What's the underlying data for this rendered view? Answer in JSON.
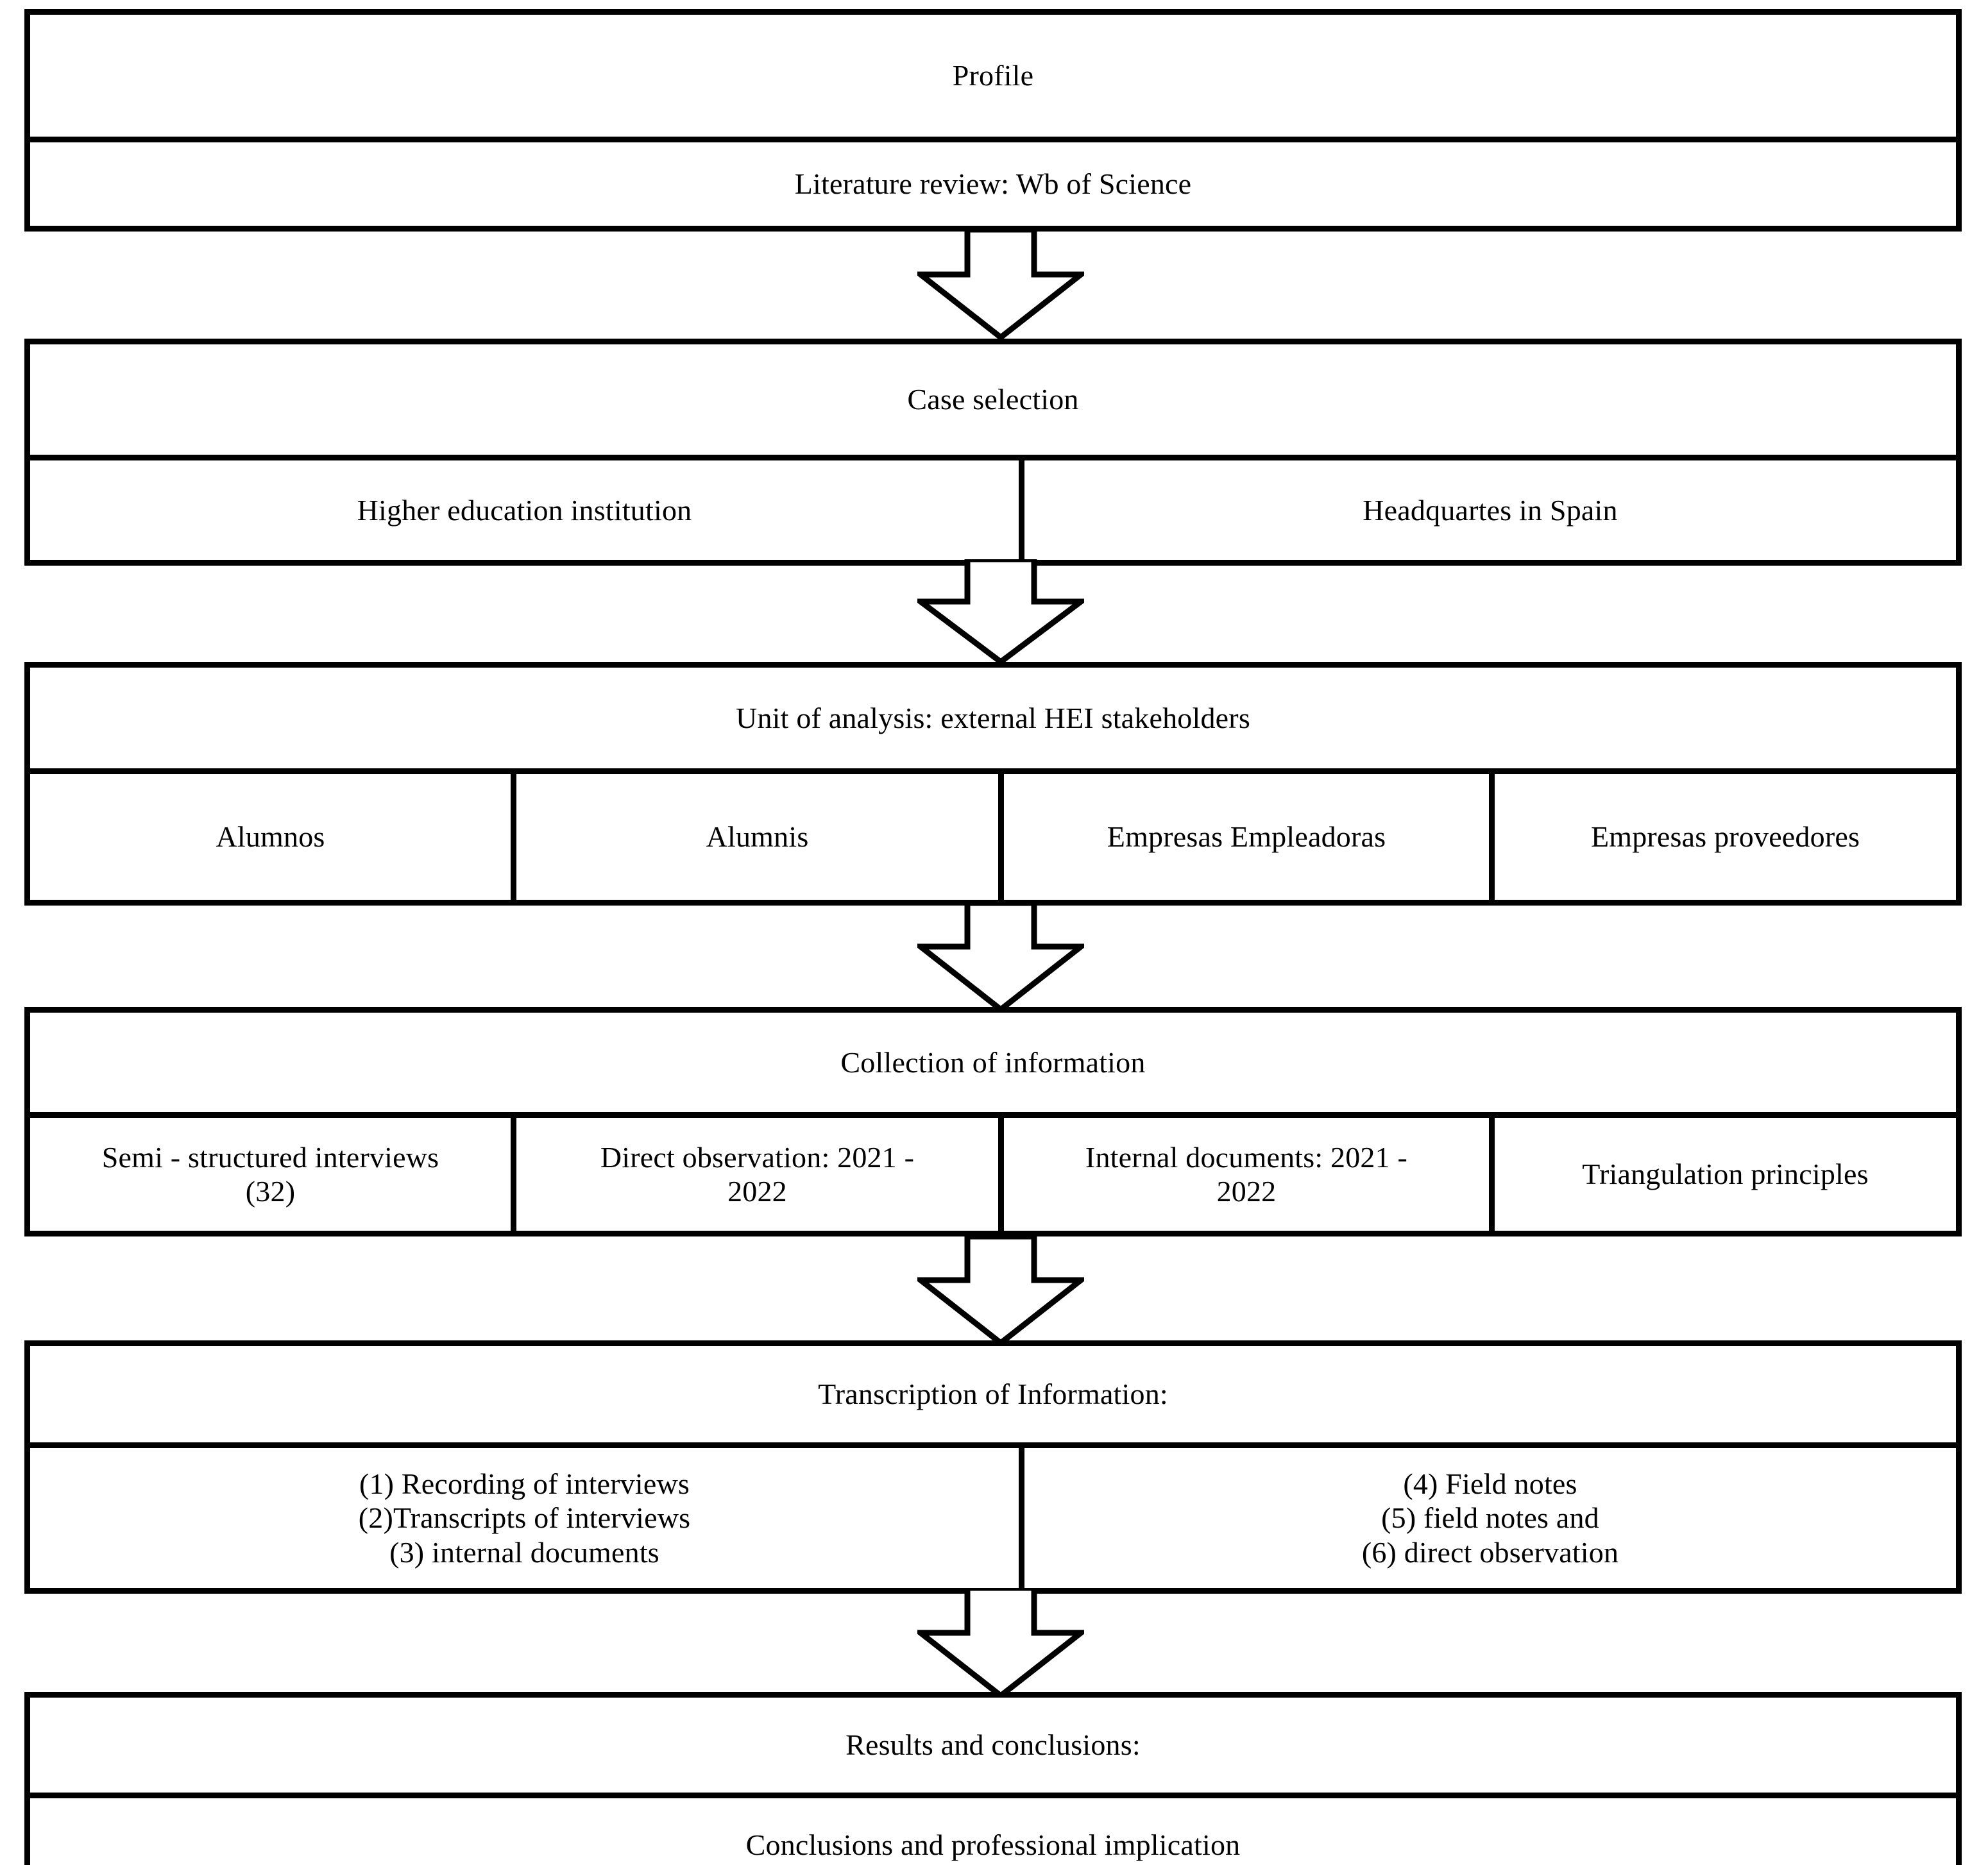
{
  "diagram": {
    "title": "Research methodology flowchart",
    "stroke_color": "#000000",
    "background_color": "#ffffff",
    "text_color": "#000000"
  },
  "stages": [
    {
      "id": "profile",
      "header": "Profile",
      "sub": [
        "Literature review: Wb of Science"
      ]
    },
    {
      "id": "case-selection",
      "header": "Case selection",
      "sub": [
        "Higher education institution",
        "Headquartes in Spain"
      ]
    },
    {
      "id": "unit-of-analysis",
      "header": "Unit of analysis: external  HEI stakeholders",
      "sub": [
        "Alumnos",
        "Alumnis",
        "Empresas Empleadoras",
        "Empresas proveedores"
      ]
    },
    {
      "id": "collection-of-information",
      "header": "Collection of information",
      "sub": [
        "Semi - structured interviews\n(32)",
        "Direct observation: 2021 -\n2022",
        "Internal documents: 2021 -\n2022",
        "Triangulation principles"
      ]
    },
    {
      "id": "transcription-of-information",
      "header": "Transcription of Information:",
      "sub": [
        "(1) Recording of interviews\n(2)Transcripts of interviews\n(3) internal documents",
        "(4) Field notes\n(5) field notes and\n(6) direct observation"
      ]
    },
    {
      "id": "results-and-conclusions",
      "header": "Results and conclusions:",
      "sub": [
        "Conclusions and professional implication"
      ]
    }
  ],
  "connectors": [
    {
      "id": "arrow-profile-to-case-selection",
      "icon": "down-block-arrow-icon"
    },
    {
      "id": "arrow-case-selection-to-unit-of-analysis",
      "icon": "down-block-arrow-icon"
    },
    {
      "id": "arrow-unit-of-analysis-to-collection",
      "icon": "down-block-arrow-icon"
    },
    {
      "id": "arrow-collection-to-transcription",
      "icon": "down-block-arrow-icon"
    },
    {
      "id": "arrow-transcription-to-results",
      "icon": "down-block-arrow-icon"
    }
  ]
}
